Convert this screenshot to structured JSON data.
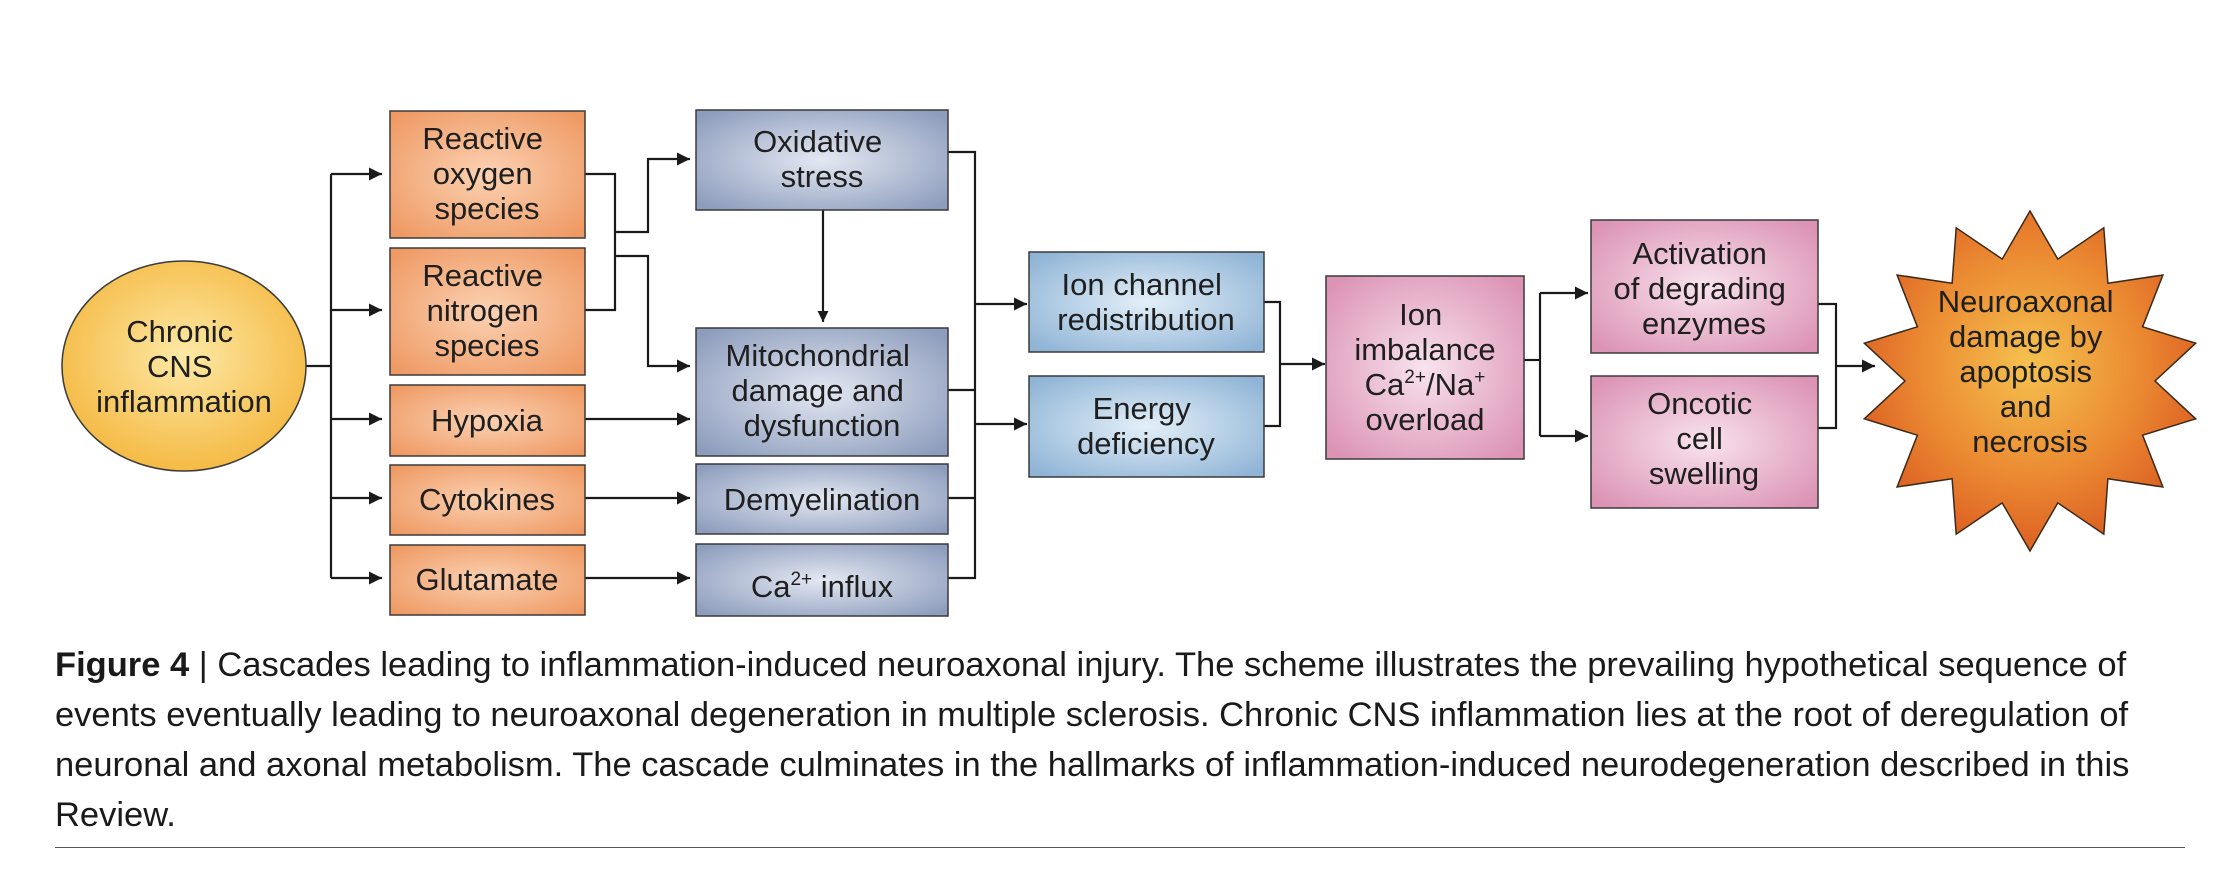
{
  "colors": {
    "source_fill": "#f4b63c",
    "agent_fill": "#ef9a64",
    "mechanism_fill": "#8e9dbd",
    "energy_fill": "#8fb4d6",
    "ion_fill": "#dc93b4",
    "outcome_fill": "#d9561f",
    "edge": "#1a1a1a"
  },
  "nodes": {
    "chronic": [
      "Chronic",
      "CNS",
      "inflammation"
    ],
    "ros": [
      "Reactive",
      "oxygen",
      "species"
    ],
    "rns": [
      "Reactive",
      "nitrogen",
      "species"
    ],
    "hypoxia": [
      "Hypoxia"
    ],
    "cytokines": [
      "Cytokines"
    ],
    "glutamate": [
      "Glutamate"
    ],
    "oxidative": [
      "Oxidative",
      "stress"
    ],
    "mito": [
      "Mitochondrial",
      "damage and",
      "dysfunction"
    ],
    "demyelination": [
      "Demyelination"
    ],
    "ca_influx": {
      "prefix": "Ca",
      "sup": "2+",
      "suffix": " influx"
    },
    "ion_channel": [
      "Ion channel",
      "redistribution"
    ],
    "energy": [
      "Energy",
      "deficiency"
    ],
    "ion_imbalance": {
      "line1": "Ion",
      "line2": "imbalance",
      "line3": {
        "a": "Ca",
        "a_sup": "2+",
        "mid": "/Na",
        "b_sup": "+"
      },
      "line4": "overload"
    },
    "activation": [
      "Activation",
      "of degrading",
      "enzymes"
    ],
    "oncotic": [
      "Oncotic",
      "cell",
      "swelling"
    ],
    "neuroaxonal": [
      "Neuroaxonal",
      "damage by",
      "apoptosis",
      "and",
      "necrosis"
    ]
  },
  "caption": {
    "label": "Figure 4",
    "separator": " | ",
    "text": "Cascades leading to inflammation-induced neuroaxonal injury. The scheme illustrates the prevailing hypothetical sequence of events eventually leading to neuroaxonal degeneration in multiple sclerosis. Chronic CNS inflammation lies at the root of deregulation of neuronal and axonal metabolism. The cascade culminates in the hallmarks of inflammation-induced neurodegeneration described in this Review."
  }
}
